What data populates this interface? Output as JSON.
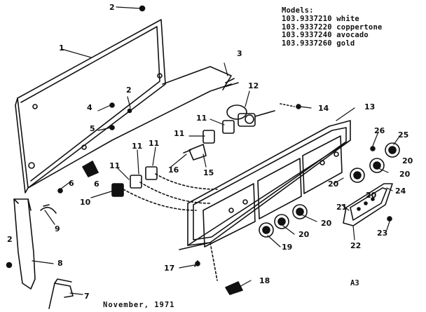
{
  "models_heading": "Models:",
  "models": [
    {
      "number": "103.9337210",
      "finish": "white"
    },
    {
      "number": "103.9337220",
      "finish": "coppertone"
    },
    {
      "number": "103.9337240",
      "finish": "avocado"
    },
    {
      "number": "103.9337260",
      "finish": "gold"
    }
  ],
  "date_caption": "November, 1971",
  "sheet_id": "A3",
  "callouts": [
    "1",
    "2",
    "2",
    "2",
    "3",
    "4",
    "5",
    "6",
    "6",
    "7",
    "8",
    "9",
    "10",
    "11",
    "11",
    "11",
    "11",
    "11",
    "12",
    "13",
    "14",
    "15",
    "16",
    "17",
    "18",
    "19",
    "20",
    "20",
    "20",
    "20",
    "20",
    "20",
    "21",
    "22",
    "23",
    "24",
    "25",
    "26"
  ]
}
